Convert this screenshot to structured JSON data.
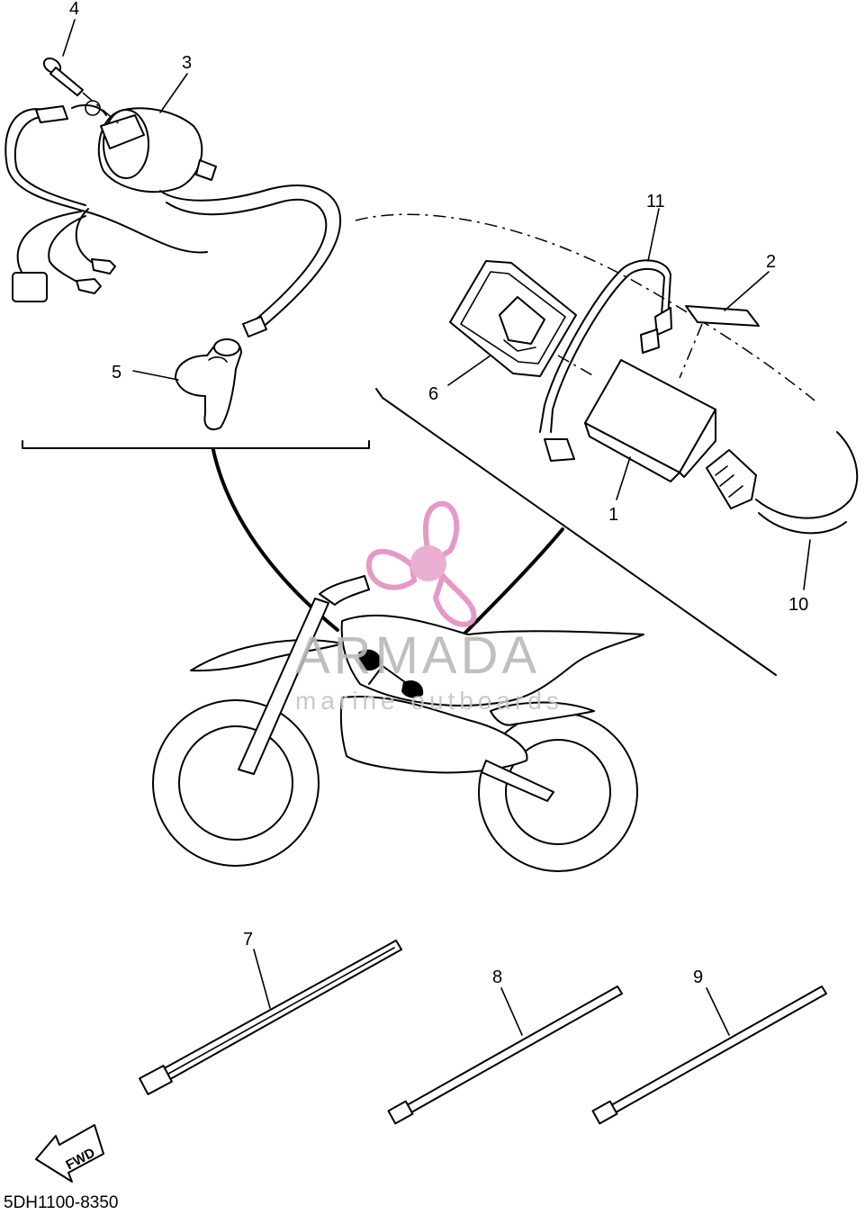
{
  "diagram": {
    "callouts": {
      "c1": "1",
      "c2": "2",
      "c3": "3",
      "c4": "4",
      "c5": "5",
      "c6": "6",
      "c7": "7",
      "c8": "8",
      "c9": "9",
      "c10": "10",
      "c11": "11"
    },
    "fwd_label": "FWD",
    "drawing_code": "5DH1100-8350"
  },
  "watermark": {
    "brand": "ARMADA",
    "tagline": "marine outboards",
    "colors": {
      "pink": "#e8a6cf",
      "pink_dark": "#e38fc0",
      "grey": "#b9b9b9"
    }
  }
}
